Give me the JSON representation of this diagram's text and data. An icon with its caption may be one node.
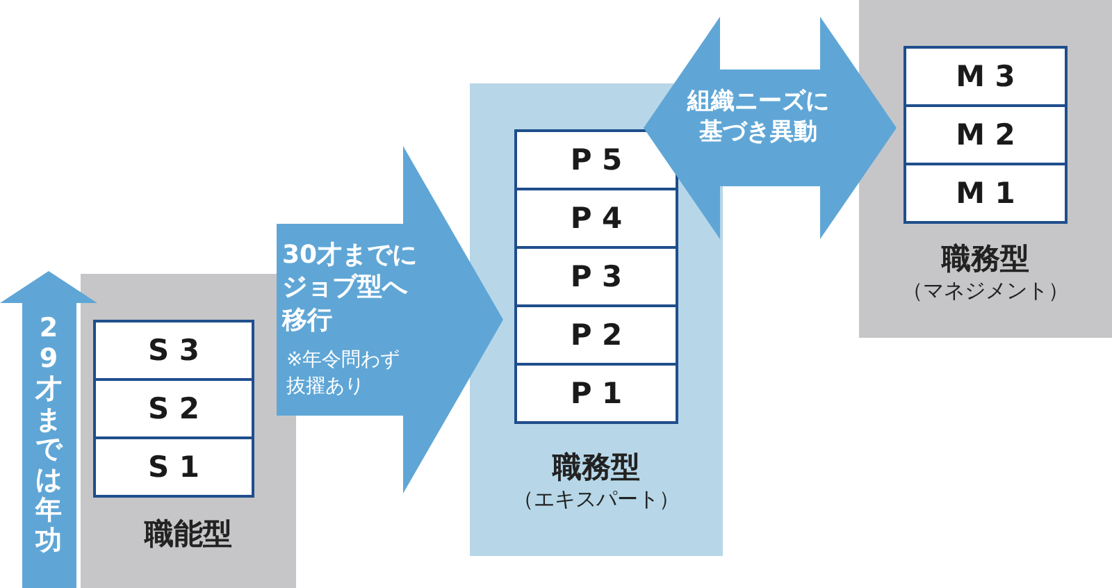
{
  "diagram": {
    "nodes": [
      {
        "text": [
          "職能型"
        ]
      },
      {
        "text": [
          "S 3"
        ],
        "in": 0
      },
      {
        "text": [
          "S 2"
        ],
        "in": 0
      },
      {
        "text": [
          "S 1"
        ],
        "in": 0
      },
      {
        "text": [
          "職務型",
          "（エキスパート）"
        ]
      },
      {
        "text": [
          "P 5"
        ],
        "in": 4
      },
      {
        "text": [
          "P 4"
        ],
        "in": 4
      },
      {
        "text": [
          "P 3"
        ],
        "in": 4
      },
      {
        "text": [
          "P 2"
        ],
        "in": 4
      },
      {
        "text": [
          "P 1"
        ],
        "in": 4
      },
      {
        "text": [
          "職務型",
          "（マネジメント）"
        ]
      },
      {
        "text": [
          "M 3"
        ],
        "in": 10
      },
      {
        "text": [
          "M 2"
        ],
        "in": 10
      },
      {
        "text": [
          "M 1"
        ],
        "in": 10
      }
    ],
    "edges": [
      {
        "from": 0,
        "to": 4,
        "arrow": "to",
        "label": "30才までにジョブ型へ移行"
      },
      {
        "from": 4,
        "to": 10,
        "arrow": "both",
        "label": "組織ニーズに基づき異動"
      }
    ],
    "labels": [
      "29才までは年功",
      "※年令問わず抜擢あり"
    ]
  }
}
